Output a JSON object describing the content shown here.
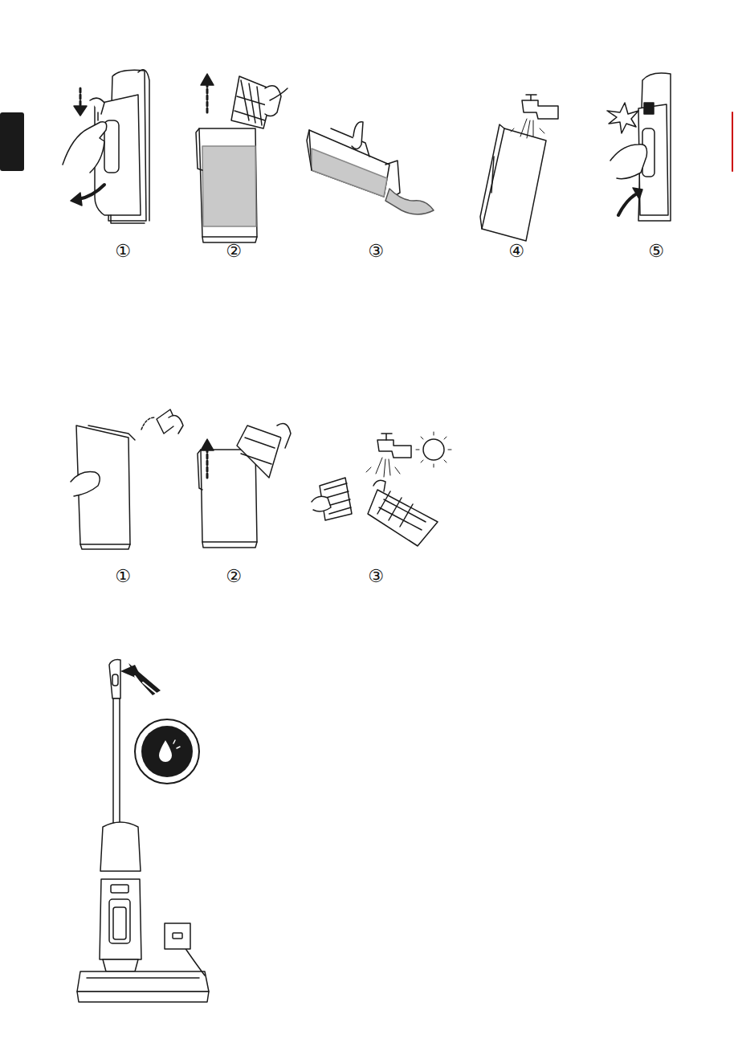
{
  "diagram": {
    "labels": [
      "①",
      "②",
      "③",
      "④",
      "⑤",
      "①",
      "②",
      "③"
    ]
  }
}
